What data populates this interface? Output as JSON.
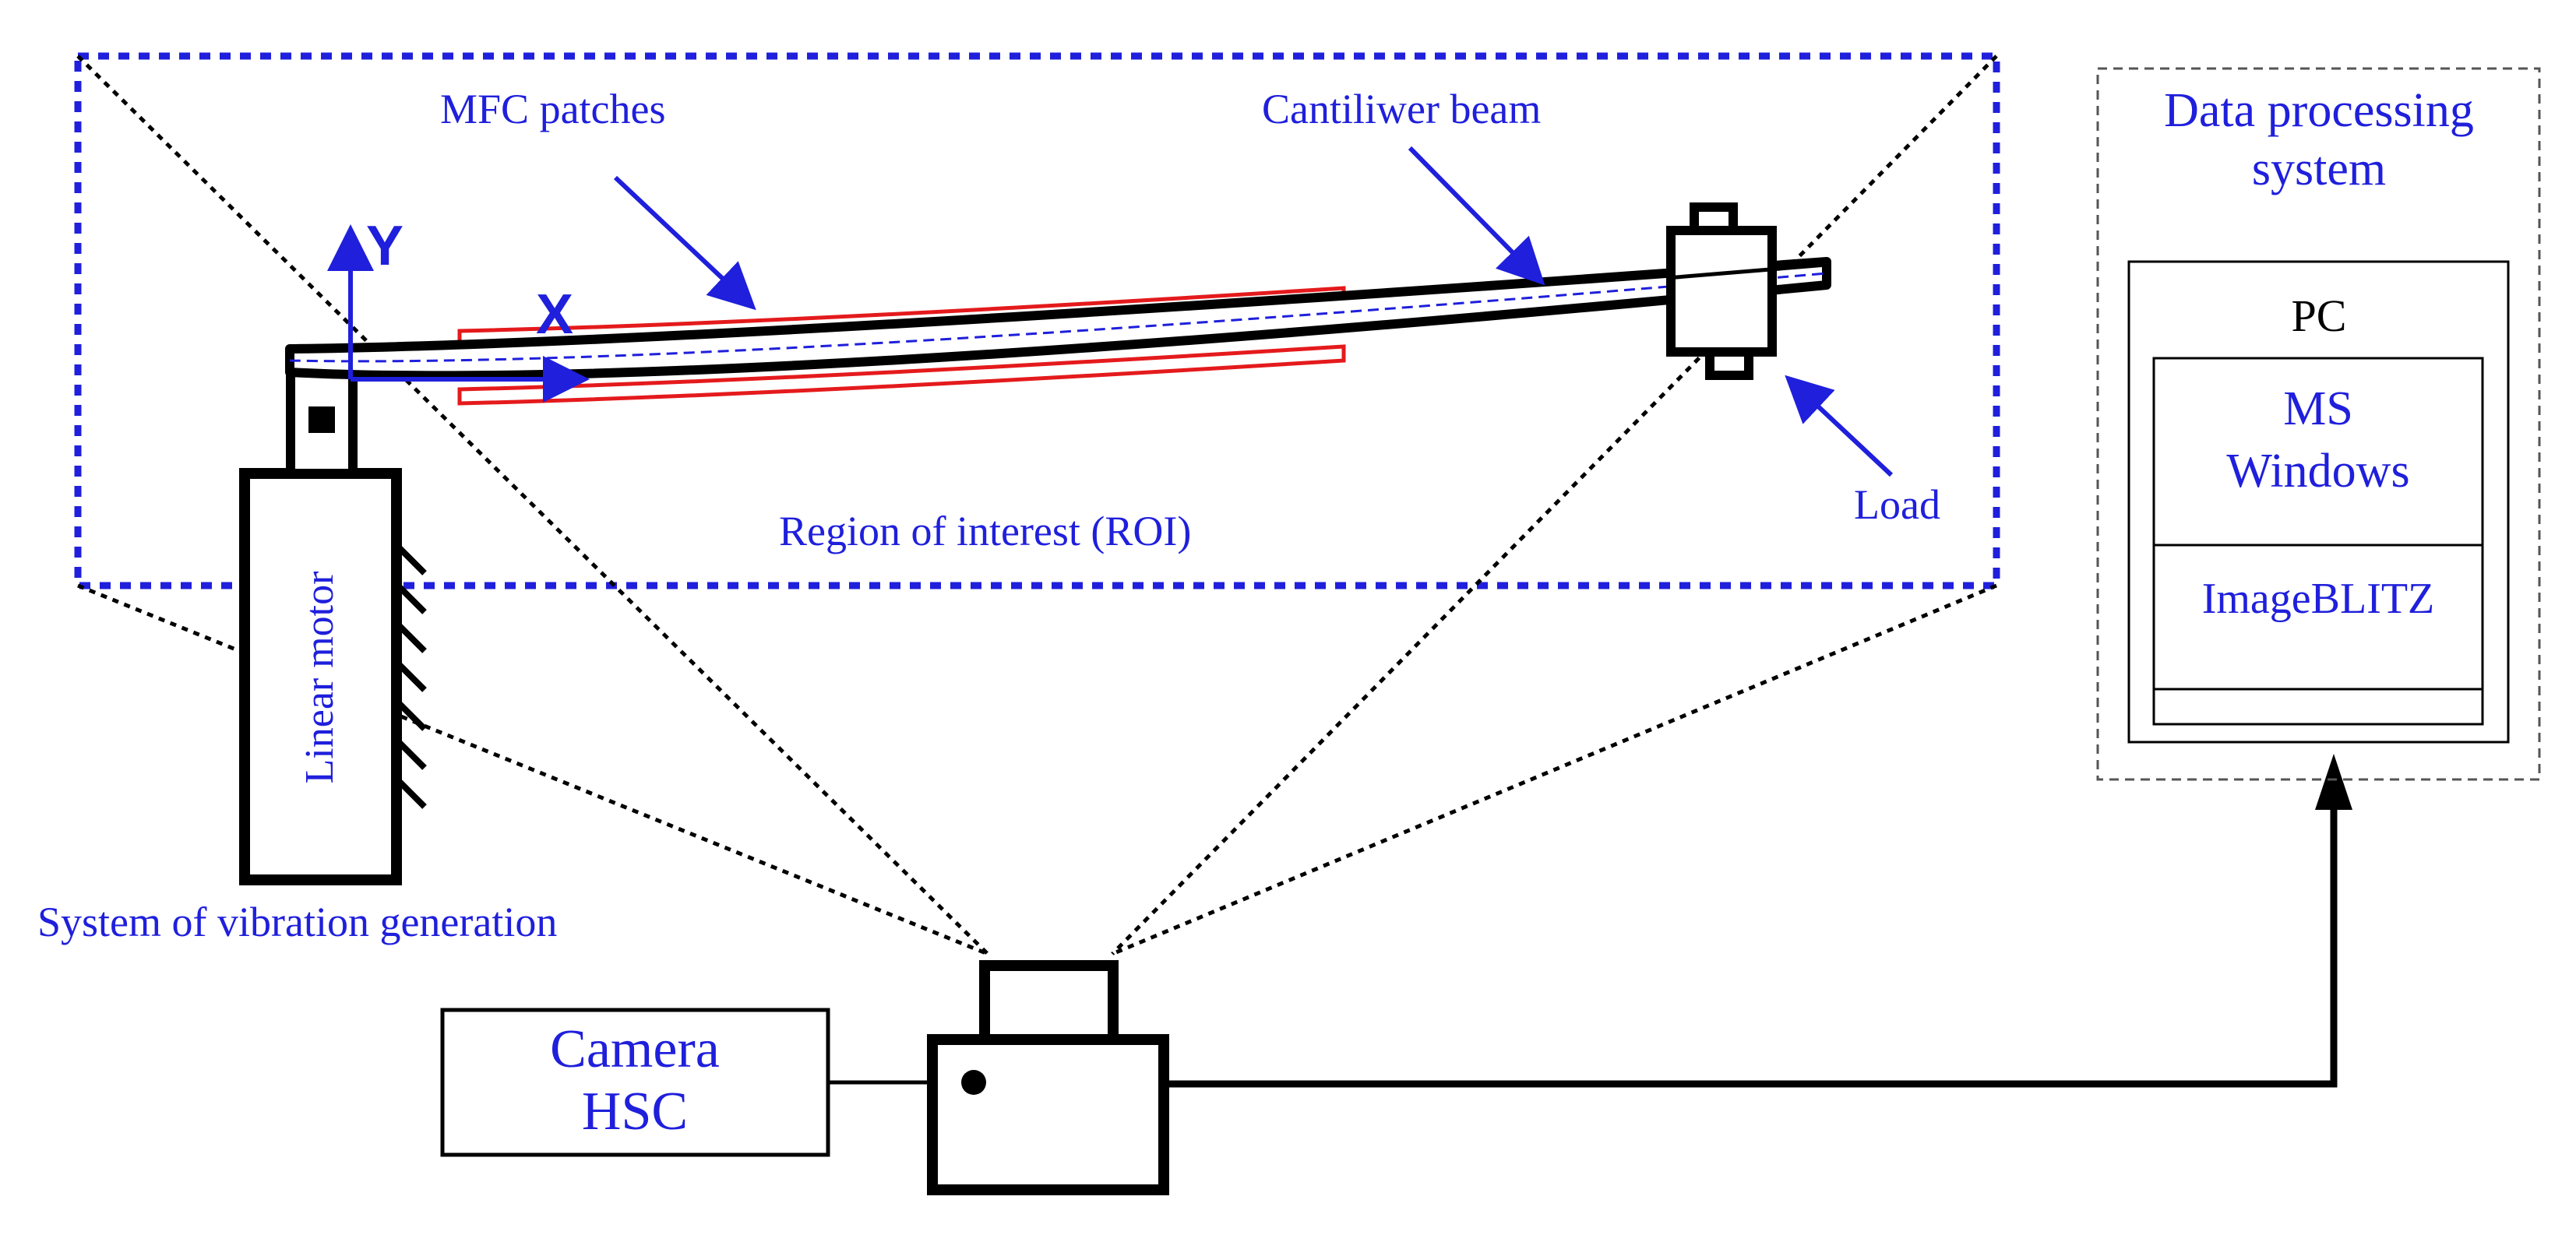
{
  "labels": {
    "mfc_patches": "MFC patches",
    "cantilever_beam": "Cantiliwer beam",
    "axis_y": "Y",
    "axis_x": "X",
    "load": "Load",
    "roi": "Region of interest  (ROI)",
    "linear_motor": "Linear motor",
    "vibration_system": "System of vibration generation",
    "camera_line1": "Camera",
    "camera_line2": "HSC",
    "dps_line1": "Data processing",
    "dps_line2": "system",
    "pc": "PC",
    "os_line1": "MS",
    "os_line2": "Windows",
    "software": "ImageBLITZ"
  },
  "colors": {
    "label_blue": "#1f1fdc",
    "roi_border": "#1f1fdc",
    "mfc_patch": "#e41a1c",
    "line": "#000000",
    "dashed_gray": "#555555"
  }
}
